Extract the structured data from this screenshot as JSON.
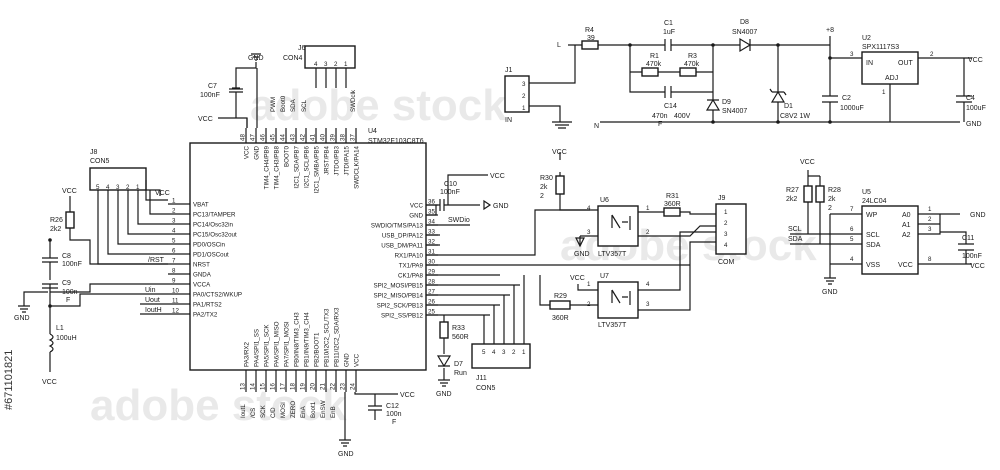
{
  "watermark": "adobe stock",
  "side_id": "#671101821",
  "mcu": {
    "ref": "U4",
    "part": "STM32F103C8T6",
    "left_pins": [
      {
        "n": "1",
        "name": "VBAT"
      },
      {
        "n": "2",
        "name": "PC13/TAMPER"
      },
      {
        "n": "3",
        "name": "PC14/Osc32in"
      },
      {
        "n": "4",
        "name": "PC15/Osc32out"
      },
      {
        "n": "5",
        "name": "PD0/OSCin"
      },
      {
        "n": "6",
        "name": "PD1/OSCout"
      },
      {
        "n": "7",
        "name": "NRST"
      },
      {
        "n": "8",
        "name": "GNDA"
      },
      {
        "n": "9",
        "name": "VCCA"
      },
      {
        "n": "10",
        "name": "PA0/CTS2/WKUP"
      },
      {
        "n": "11",
        "name": "PA1/RTS2"
      },
      {
        "n": "12",
        "name": "PA2/TX2"
      }
    ],
    "right_pins": [
      {
        "n": "36",
        "name": "VCC"
      },
      {
        "n": "35",
        "name": "GND"
      },
      {
        "n": "34",
        "name": "SWDIO/TMS/PA13"
      },
      {
        "n": "33",
        "name": "USB_DP/PA12"
      },
      {
        "n": "32",
        "name": "USB_DM/PA11"
      },
      {
        "n": "31",
        "name": "RX1/PA10"
      },
      {
        "n": "30",
        "name": "TX1/PA9"
      },
      {
        "n": "29",
        "name": "CK1/PA8"
      },
      {
        "n": "28",
        "name": "SPI2_MOSI/PB15"
      },
      {
        "n": "27",
        "name": "SPI2_MISO/PB14"
      },
      {
        "n": "26",
        "name": "SPI2_SCK/PB13"
      },
      {
        "n": "25",
        "name": "SPI2_SS/PB12"
      }
    ],
    "top_pins": [
      {
        "n": "48",
        "name": "VCC"
      },
      {
        "n": "47",
        "name": "GND"
      },
      {
        "n": "46",
        "name": "TIM4_CH4/PB9"
      },
      {
        "n": "45",
        "name": "TIM4_CH3/PB8"
      },
      {
        "n": "44",
        "name": "BOOT0"
      },
      {
        "n": "43",
        "name": "I2C1_SDA/PB7"
      },
      {
        "n": "42",
        "name": "I2C1_SCL/PB6"
      },
      {
        "n": "41",
        "name": "I2C1_SMBA/PB5"
      },
      {
        "n": "40",
        "name": "JRST/PB4"
      },
      {
        "n": "39",
        "name": "JTDO/PB3"
      },
      {
        "n": "38",
        "name": "JTDI/PA15"
      },
      {
        "n": "37",
        "name": "SWDCLK/PA14"
      }
    ],
    "bottom_pins": [
      {
        "n": "13",
        "name": "PA3/RX2"
      },
      {
        "n": "14",
        "name": "PA4/SPI1_SS"
      },
      {
        "n": "15",
        "name": "PA5/SPI1_SCK"
      },
      {
        "n": "16",
        "name": "PA6/SPI1_MISO"
      },
      {
        "n": "17",
        "name": "PA7/SPI1_MOSI"
      },
      {
        "n": "18",
        "name": "PB0/IN8/TIM3_CH3"
      },
      {
        "n": "19",
        "name": "PB1/IN9/TIM3_CH4"
      },
      {
        "n": "20",
        "name": "PB2/BOOT1"
      },
      {
        "n": "21",
        "name": "PB10/I2C2_SCL/TX3"
      },
      {
        "n": "22",
        "name": "PB11/I2C2_SDA/RX3"
      },
      {
        "n": "23",
        "name": "GND"
      },
      {
        "n": "24",
        "name": "VCC"
      }
    ],
    "top_nets": [
      "PWM",
      "Boot0",
      "SDA",
      "SCL",
      "SWDclk"
    ],
    "bottom_nets": [
      "IoutL",
      "/CS",
      "SCK",
      "C/D",
      "MOSI",
      "ZERO",
      "EnA",
      "Boot1",
      "EnSW",
      "EnB"
    ]
  },
  "j6": {
    "ref": "J6",
    "part": "CON4",
    "pins": [
      "4",
      "3",
      "2",
      "1"
    ]
  },
  "j8": {
    "ref": "J8",
    "part": "CON5",
    "pins": [
      "5",
      "4",
      "3",
      "2",
      "1"
    ]
  },
  "j9": {
    "ref": "J9",
    "part": "COM",
    "pins": [
      "1",
      "2",
      "3",
      "4"
    ]
  },
  "j11": {
    "ref": "J11",
    "part": "CON5",
    "pins": [
      "5",
      "4",
      "3",
      "2",
      "1"
    ]
  },
  "j1": {
    "ref": "J1",
    "pins": [
      "3",
      "2",
      "1"
    ],
    "label": "IN",
    "l": "L",
    "n": "N"
  },
  "u2": {
    "ref": "U2",
    "part": "SPX1117S3",
    "in": "IN",
    "out": "OUT",
    "adj": "ADJ",
    "p1": "1",
    "p2": "2",
    "p3": "3"
  },
  "u5": {
    "ref": "U5",
    "part": "24LC04",
    "pins": [
      {
        "n": "7",
        "name": "WP"
      },
      {
        "n": "6",
        "name": "SCL"
      },
      {
        "n": "5",
        "name": "SDA"
      },
      {
        "n": "4",
        "name": "VSS"
      },
      {
        "n": "1",
        "name": "A0"
      },
      {
        "n": "2",
        "name": "A1"
      },
      {
        "n": "3",
        "name": "A2"
      },
      {
        "n": "8",
        "name": "VCC"
      }
    ]
  },
  "u6": {
    "ref": "U6",
    "part": "LTV357T",
    "pins": [
      "4",
      "3",
      "1",
      "2"
    ]
  },
  "u7": {
    "ref": "U7",
    "part": "LTV357T",
    "pins": [
      "1",
      "2",
      "4",
      "3"
    ]
  },
  "parts": {
    "c7": {
      "ref": "C7",
      "val": "100nF"
    },
    "c8": {
      "ref": "C8",
      "val": "100nF"
    },
    "c9": {
      "ref": "C9",
      "val": "100n",
      "suffix": "F"
    },
    "c10": {
      "ref": "C10",
      "val": "100nF"
    },
    "c12": {
      "ref": "C12",
      "val": "100n",
      "suffix": "F"
    },
    "c11": {
      "ref": "C11",
      "val": "100nF"
    },
    "c1": {
      "ref": "C1",
      "val": "1uF"
    },
    "c14": {
      "ref": "C14",
      "val": "470n",
      "v": "400V",
      "suffix": "F"
    },
    "c2": {
      "ref": "C2",
      "val": "1000uF"
    },
    "c4": {
      "ref": "C4",
      "val": "100uF"
    },
    "r26": {
      "ref": "R26",
      "val": "2k2"
    },
    "r4": {
      "ref": "R4",
      "val": "39"
    },
    "r1": {
      "ref": "R1",
      "val": "470k"
    },
    "r3": {
      "ref": "R3",
      "val": "470k"
    },
    "r30": {
      "ref": "R30",
      "val": "2k",
      "val2": "2"
    },
    "r31": {
      "ref": "R31",
      "val": "360R"
    },
    "r29": {
      "ref": "R29",
      "val": "360R"
    },
    "r33": {
      "ref": "R33",
      "val": "560R"
    },
    "r27": {
      "ref": "R27",
      "val": "2k2"
    },
    "r28": {
      "ref": "R28",
      "val": "2k",
      "val2": "2"
    },
    "l1": {
      "ref": "L1",
      "val": "100uH"
    },
    "d8": {
      "ref": "D8",
      "val": "SN4007"
    },
    "d9": {
      "ref": "D9",
      "val": "SN4007"
    },
    "d1": {
      "ref": "D1",
      "val": "C8V2 1W"
    },
    "d7": {
      "ref": "D7",
      "val": "Run"
    }
  },
  "nets": {
    "vcc": "VCC",
    "gnd": "GND",
    "rst": "/RST",
    "uin": "Uin",
    "uout": "Uout",
    "ioutH": "IoutH",
    "swdio": "SWDio",
    "scl": "SCL",
    "sda": "SDA",
    "v8": "+8",
    "f": "F",
    "com": "COM"
  }
}
